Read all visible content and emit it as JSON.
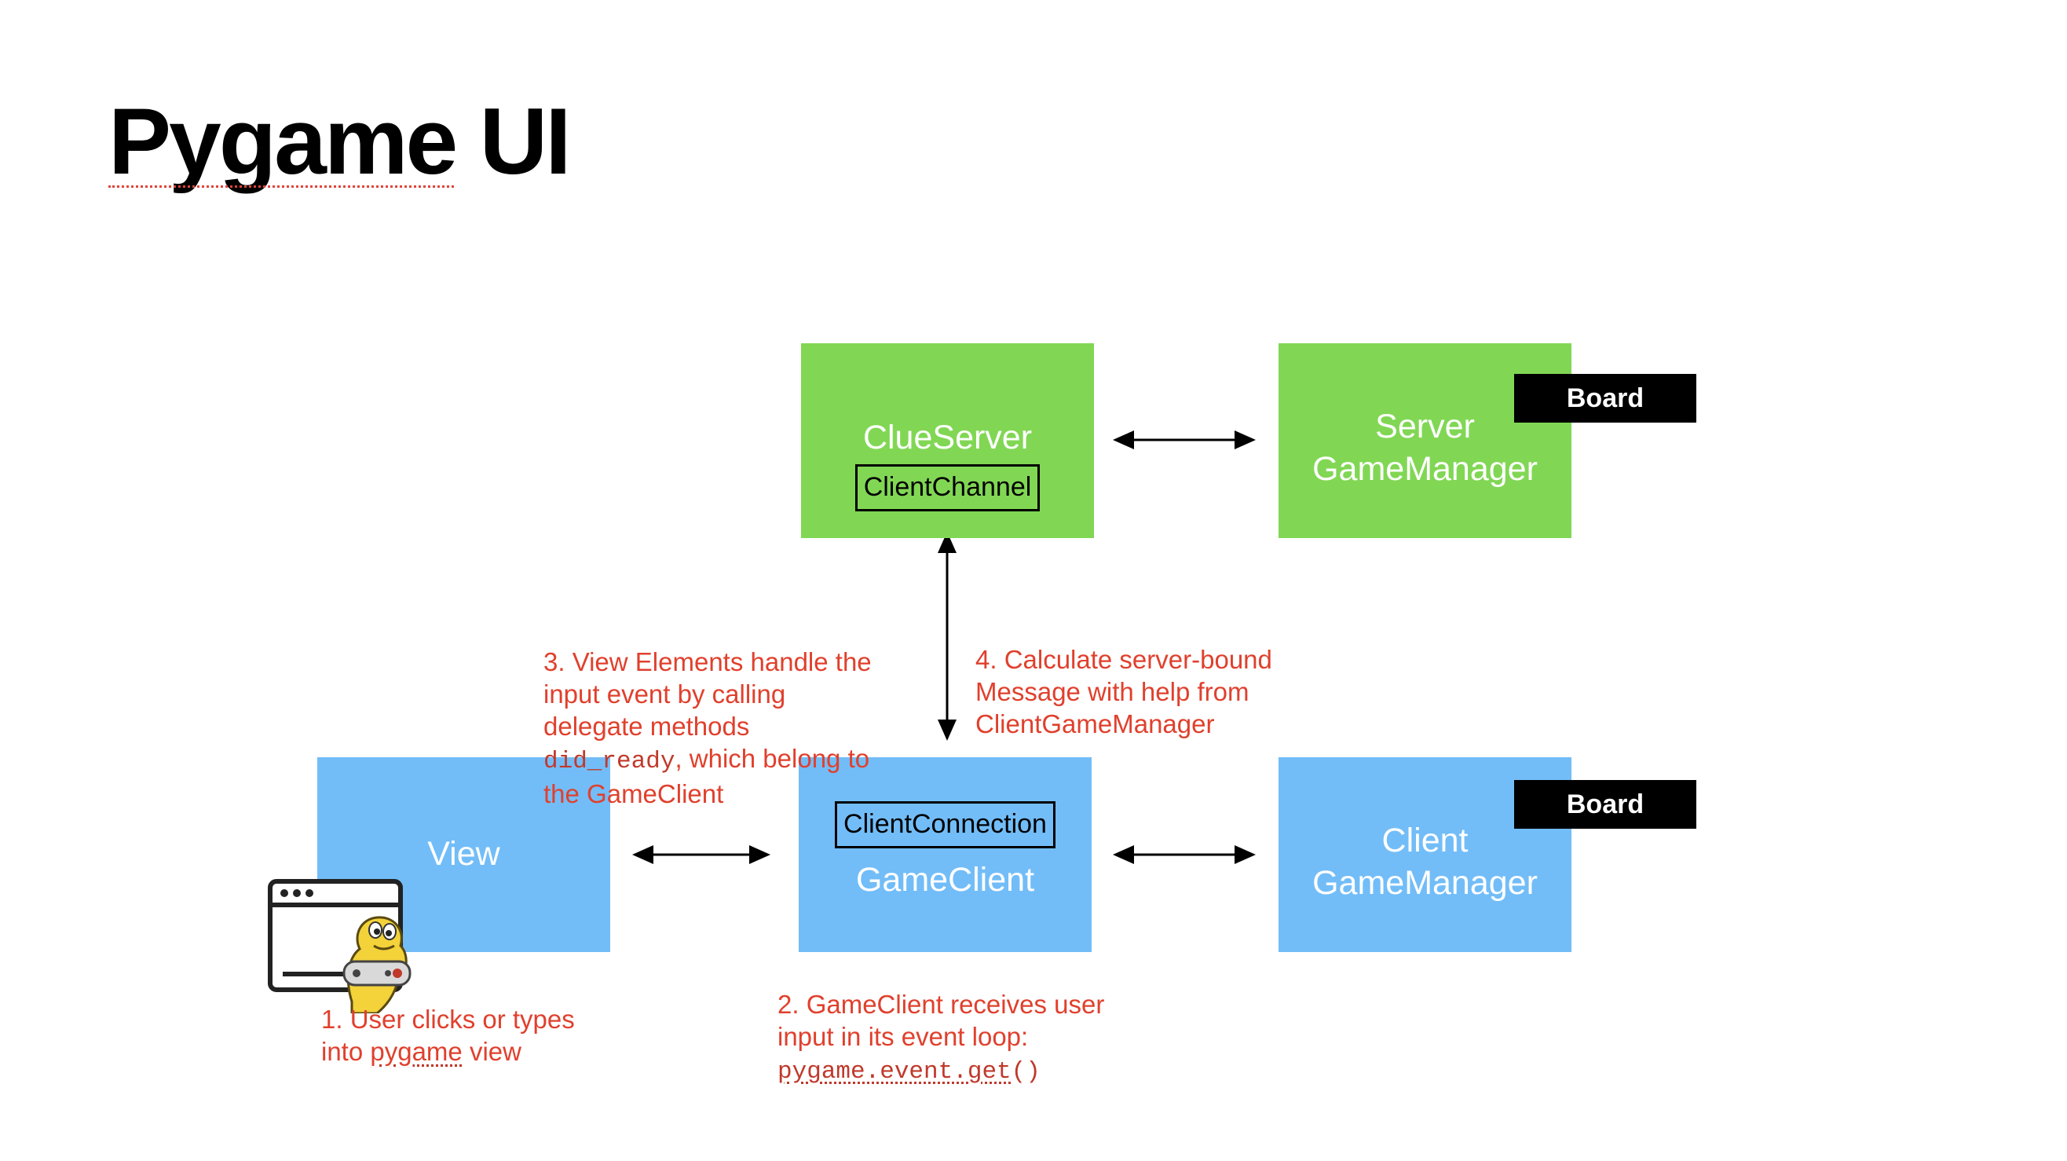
{
  "title": "Pygame UI",
  "boxes": {
    "clue_server": {
      "label": "ClueServer",
      "inner": "ClientChannel"
    },
    "server_gm": {
      "line1": "Server",
      "line2": "GameManager",
      "badge": "Board"
    },
    "view": {
      "label": "View"
    },
    "game_client": {
      "label": "GameClient",
      "inner": "ClientConnection"
    },
    "client_gm": {
      "line1": "Client",
      "line2": "GameManager",
      "badge": "Board"
    }
  },
  "notes": {
    "step1": {
      "line1": "1. User clicks or types",
      "line2_a": "into ",
      "line2_b": "pygame",
      "line2_c": " view"
    },
    "step2": {
      "line1": "2. GameClient receives user",
      "line2": "input in its event loop:",
      "code": "pygame.event.get",
      "code_tail": "()"
    },
    "step3": {
      "line1": "3. View Elements handle the",
      "line2": "input event by calling",
      "line3": "delegate methods",
      "code": "did_ready",
      "line4_tail": ", which belong to",
      "line5": "the GameClient"
    },
    "step4": {
      "line1": "4. Calculate server-bound",
      "line2": "Message with help from",
      "line3": "ClientGameManager"
    }
  },
  "colors": {
    "server_green": "#81d754",
    "client_blue": "#72bdf8",
    "note_red": "#e0402d",
    "board_black": "#000000"
  },
  "icons": [
    "pygame-window-icon",
    "snake-mascot-icon"
  ]
}
